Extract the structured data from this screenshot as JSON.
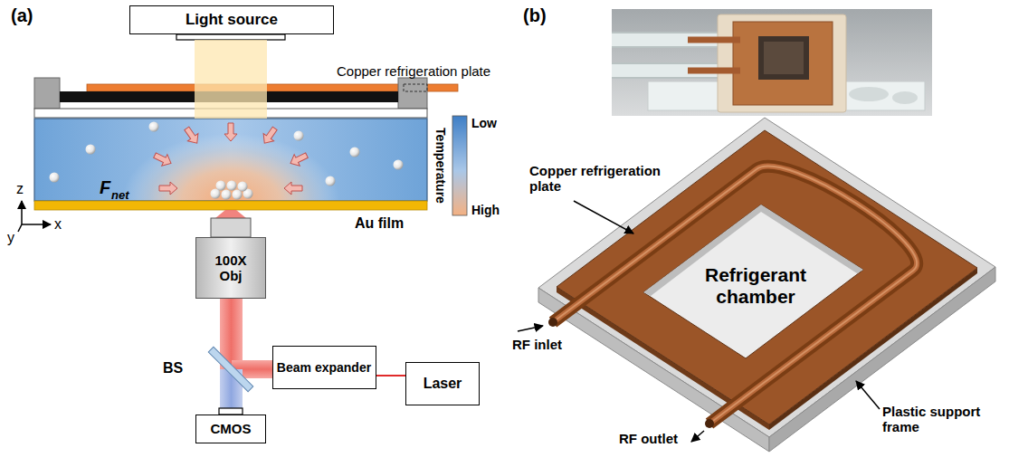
{
  "diagram": {
    "nodes": [
      {
        "text": [
          "Light source"
        ]
      },
      {
        "text": [
          "100X Obj"
        ]
      },
      {
        "text": [
          "Beam expander"
        ]
      },
      {
        "text": [
          "Laser"
        ]
      },
      {
        "text": [
          "CMOS"
        ]
      }
    ],
    "edges": [
      {
        "from": 3,
        "to": 2,
        "arrow": "none"
      }
    ],
    "labels": [
      "(a)",
      "Copper refrigeration plate",
      "Temperature",
      "Low",
      "High",
      "F",
      "net",
      "z",
      "y",
      "x",
      "Au film",
      "BS",
      "(b)",
      "Copper refrigeration plate",
      "Refrigerant chamber",
      "RF inlet",
      "RF outlet",
      "Plastic support frame"
    ]
  }
}
